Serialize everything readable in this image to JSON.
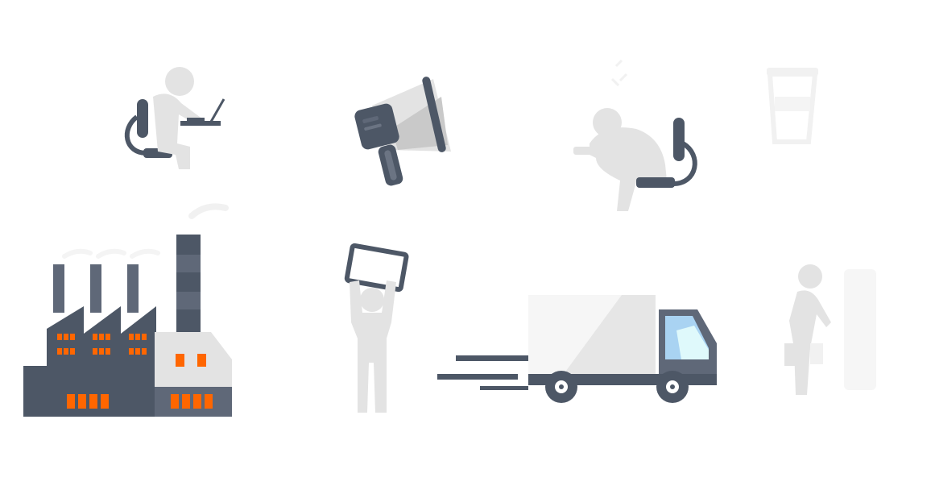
{
  "illustrations": [
    {
      "id": "worker-at-laptop",
      "icon": "person-at-laptop-icon"
    },
    {
      "id": "megaphone",
      "icon": "megaphone-icon"
    },
    {
      "id": "tired-worker",
      "icon": "person-slumped-at-desk-icon"
    },
    {
      "id": "faint-cup",
      "icon": "coffee-cup-icon"
    },
    {
      "id": "factory",
      "icon": "factory-icon"
    },
    {
      "id": "person-holding-sign",
      "icon": "person-holding-sign-icon"
    },
    {
      "id": "delivery-truck",
      "icon": "delivery-truck-icon"
    },
    {
      "id": "person-with-bag",
      "icon": "person-with-shopping-bag-icon"
    }
  ],
  "colors": {
    "dark_slate": "#4d5766",
    "mid_slate": "#5f6878",
    "light_grey": "#e3e3e3",
    "faint_grey": "#f1f1f1",
    "accent_orange": "#ff6600",
    "window_cyan": "#dff9fb",
    "window_blue": "#a9d3f2",
    "background": "#ffffff"
  }
}
